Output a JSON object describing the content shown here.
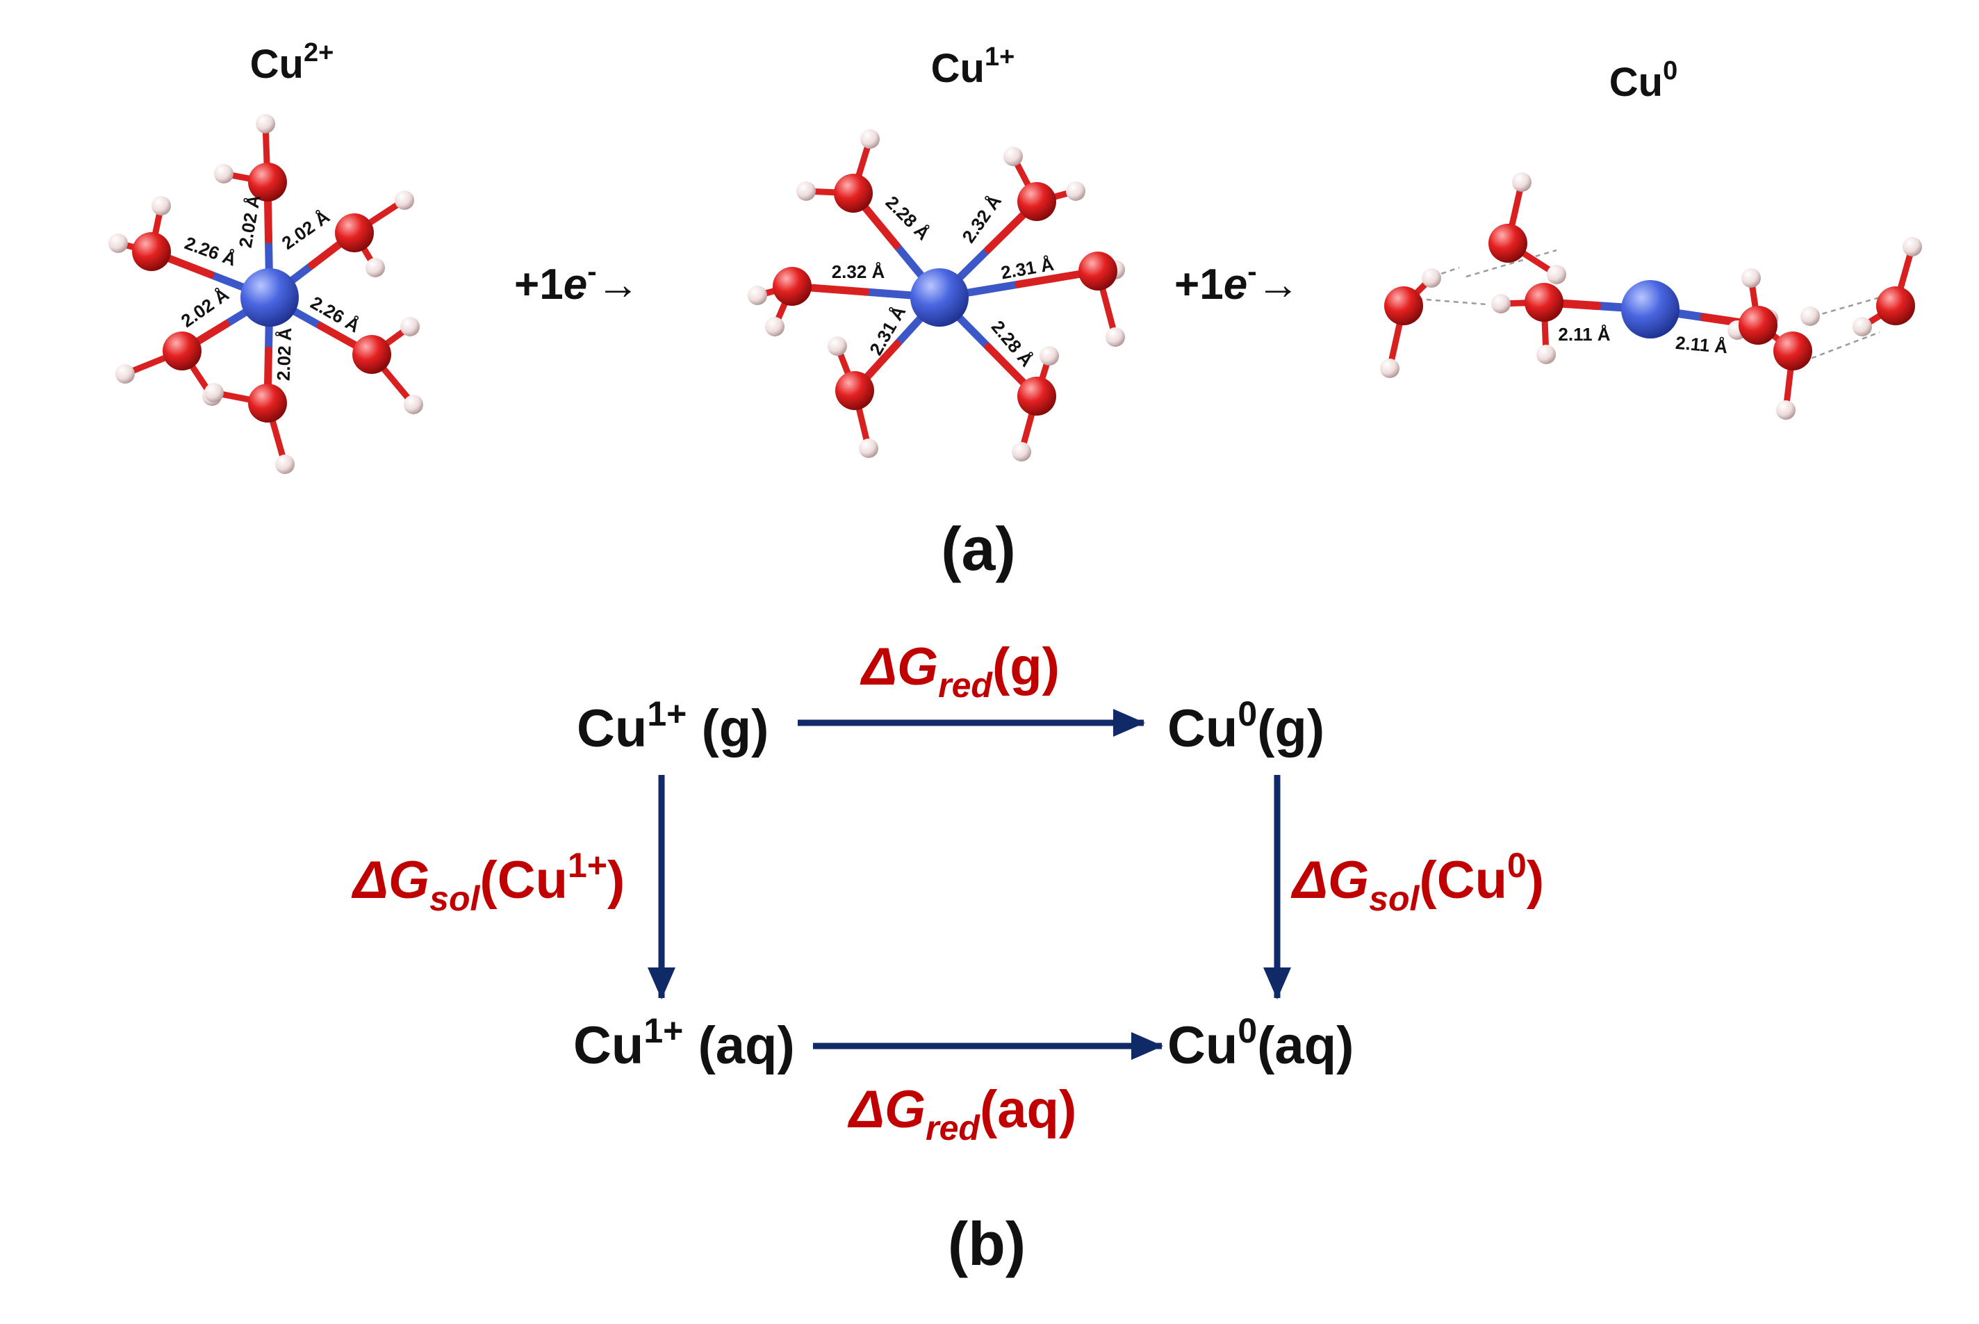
{
  "colors": {
    "copper_atom": "#3f5bd6",
    "oxygen_atom": "#e21e1e",
    "hydrogen_atom": "#f1e4e4",
    "cu_bond": "#3c58c8",
    "o_bond": "#d92020",
    "arrow": "#0f2a66",
    "red_label": "#c00000",
    "black_label": "#111111"
  },
  "panel_a": {
    "label": "(a)",
    "states": [
      {
        "base": "Cu",
        "charge": "2+",
        "bond_labels": [
          "2.26 Å",
          "2.02 Å",
          "2.02 Å",
          "2.02 Å",
          "2.26 Å",
          "2.02 Å"
        ]
      },
      {
        "base": "Cu",
        "charge": "1+",
        "bond_labels": [
          "2.28 Å",
          "2.32 Å",
          "2.32 Å",
          "2.31 Å",
          "2.31 Å",
          "2.28 Å"
        ]
      },
      {
        "base": "Cu",
        "charge": "0",
        "bond_labels": [
          "2.11 Å",
          "2.11 Å"
        ]
      }
    ],
    "reduction_steps": [
      {
        "prefix": "+1",
        "electron": "e",
        "sup": "-",
        "arrow": "→"
      },
      {
        "prefix": "+1",
        "electron": "e",
        "sup": "-",
        "arrow": "→"
      }
    ]
  },
  "panel_b": {
    "label": "(b)",
    "species": {
      "top_left": {
        "base": "Cu",
        "sup": "1+",
        "phase": " (g)"
      },
      "top_right": {
        "base": "Cu",
        "sup": "0",
        "phase": "(g)"
      },
      "bottom_left": {
        "base": "Cu",
        "sup": "1+",
        "phase": " (aq)"
      },
      "bottom_right": {
        "base": "Cu",
        "sup": "0",
        "phase": "(aq)"
      }
    },
    "edges": {
      "top": {
        "delta": "ΔG",
        "sub": "red",
        "tail": "(g)"
      },
      "bottom": {
        "delta": "ΔG",
        "sub": "red",
        "tail": "(aq)"
      },
      "left": {
        "delta": "ΔG",
        "sub": "sol",
        "open": "(Cu",
        "sup": "1+",
        "close": ")"
      },
      "right": {
        "delta": "ΔG",
        "sub": "sol",
        "open": "(Cu",
        "sup": "0",
        "close": ")"
      }
    }
  }
}
